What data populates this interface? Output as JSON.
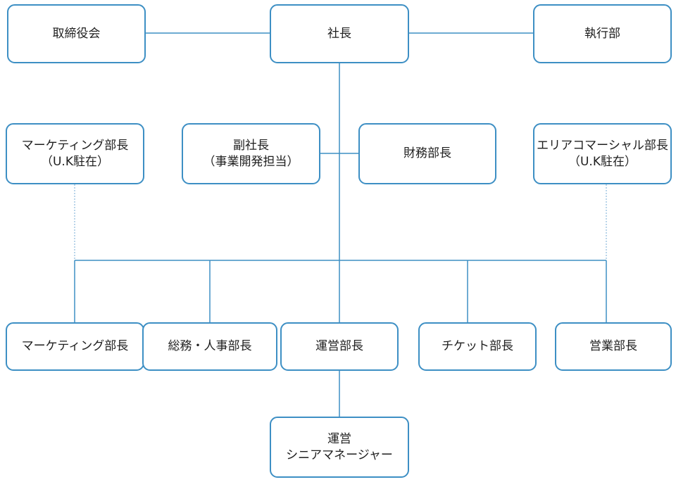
{
  "org_chart": {
    "nodes": {
      "board": "取締役会",
      "president": "社長",
      "executive": "執行部",
      "marketing_uk": "マーケティング部長\n（U.K駐在）",
      "vice_president": "副社長\n（事業開発担当）",
      "finance": "財務部長",
      "area_commercial_uk": "エリアコマーシャル部長\n（U.K駐在）",
      "marketing": "マーケティング部長",
      "general_affairs_hr": "総務・人事部長",
      "operations": "運営部長",
      "ticketing": "チケット部長",
      "sales": "営業部長",
      "operations_senior_manager": "運営\nシニアマネージャー"
    }
  }
}
